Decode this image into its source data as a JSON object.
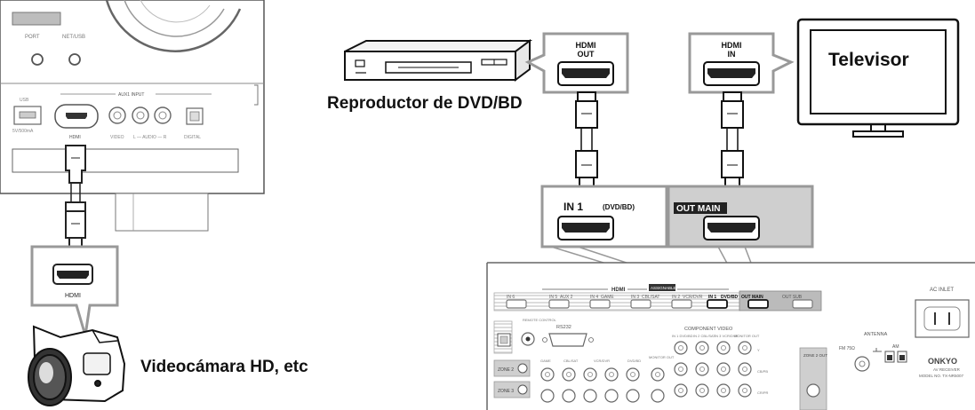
{
  "receiver_front": {
    "buttons": [
      "PORT",
      "NET/USB"
    ],
    "usb": {
      "title": "USB",
      "rating": "5V/500mA"
    },
    "aux_input_title": "AUX1 INPUT",
    "aux_jacks": [
      "HDMI",
      "VIDEO",
      "L — AUDIO — R",
      "DIGITAL"
    ]
  },
  "camcorder_connector": {
    "label": "HDMI"
  },
  "dvd_player": {
    "name": "Reproductor de DVD/BD",
    "port_line1": "HDMI",
    "port_line2": "OUT"
  },
  "television": {
    "name": "Televisor",
    "port_line1": "HDMI",
    "port_line2": "IN"
  },
  "receiver_inputs": {
    "in1_label": "IN 1",
    "in1_sub": "(DVD/BD)",
    "out_main_label": "OUT MAIN"
  },
  "camcorder": {
    "name": "Videocámara HD, etc"
  },
  "rear_panel": {
    "hdmi_header": "HDMI",
    "assignable": "ASSIGNABLE",
    "ports": [
      "IN 6",
      "IN 5",
      "AUX 2",
      "IN 4",
      "GAME",
      "IN 3",
      "CBL/SAT",
      "IN 2",
      "VCR/DVR",
      "IN 1",
      "DVD/BD"
    ],
    "out_labels": [
      "OUT MAIN",
      "OUT SUB"
    ],
    "ac_inlet": "AC INLET",
    "antenna": "ANTENNA",
    "fm": "FM 75Ω",
    "am": "AM",
    "brand": "ONKYO",
    "model_line1": "AV RECEIVER",
    "model_line2": "MODEL NO. TX-NR5007",
    "rs232": "RS232",
    "remote": "REMOTE CONTROL",
    "zone2": "ZONE 2",
    "zone3": "ZONE 3",
    "zone2_out": "ZONE 2 OUT",
    "component_video": "COMPONENT VIDEO",
    "comp_inputs": [
      "IN 1 DVD/BD",
      "IN 2 CBL/SAT",
      "IN 3 VCR/DVR",
      "MONITOR OUT"
    ],
    "row_labels": [
      "GAME",
      "CBL/SAT",
      "VCR/DVR",
      "DVD/BD",
      "MONITOR OUT"
    ],
    "y_labels": [
      "Y",
      "CB/PB",
      "CR/PR"
    ]
  }
}
